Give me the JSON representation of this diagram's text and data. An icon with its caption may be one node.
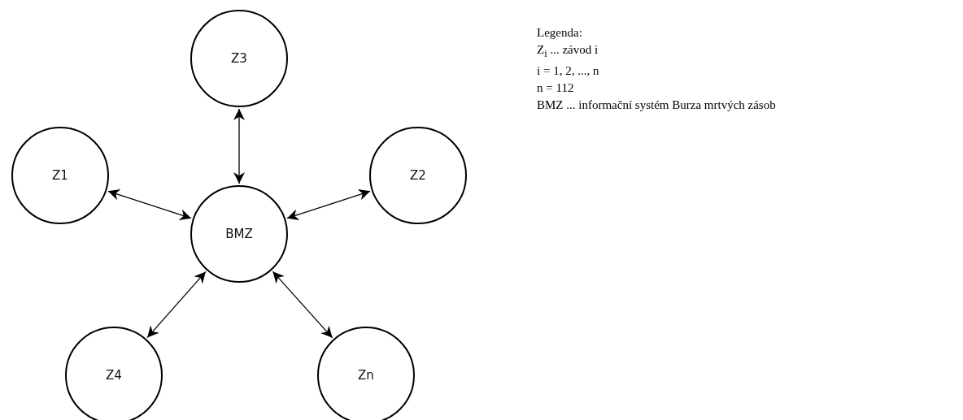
{
  "diagram": {
    "nodes": [
      {
        "text": [
          "Z3"
        ]
      },
      {
        "text": [
          "Z1"
        ]
      },
      {
        "text": [
          "BMZ"
        ]
      },
      {
        "text": [
          "Z2"
        ]
      },
      {
        "text": [
          "Z4"
        ]
      },
      {
        "text": [
          "Zn"
        ]
      }
    ],
    "edges": [
      {
        "from": 0,
        "to": 2,
        "arrow": "both"
      },
      {
        "from": 1,
        "to": 2,
        "arrow": "both"
      },
      {
        "from": 3,
        "to": 2,
        "arrow": "both"
      },
      {
        "from": 4,
        "to": 2,
        "arrow": "both"
      },
      {
        "from": 5,
        "to": 2,
        "arrow": "both"
      }
    ],
    "labels": [
      "Legenda:",
      "Z$_{i}$ ... závod i",
      "i = 1, 2, ..., n",
      "n = 112",
      "BMZ ... informační systém Burza mrtvých zásob"
    ]
  }
}
